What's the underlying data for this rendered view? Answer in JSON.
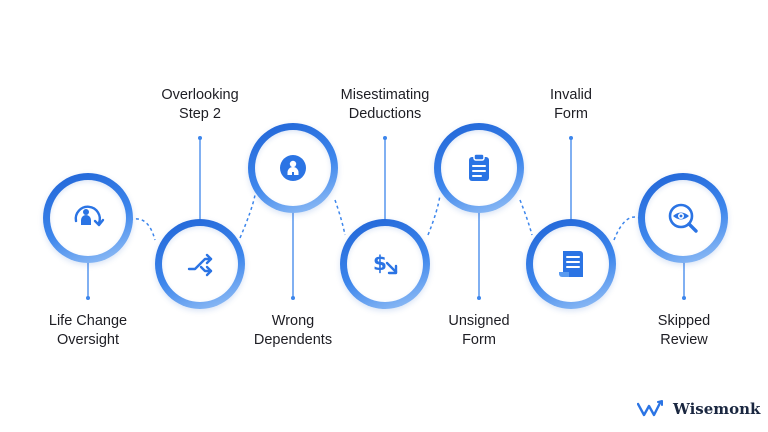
{
  "steps": [
    {
      "label_lines": [
        "Life Change",
        "Oversight"
      ],
      "icon": "person-refresh-icon"
    },
    {
      "label_lines": [
        "Overlooking",
        "Step 2"
      ],
      "icon": "shuffle-arrows-icon"
    },
    {
      "label_lines": [
        "Wrong",
        "Dependents"
      ],
      "icon": "person-badge-icon"
    },
    {
      "label_lines": [
        "Misestimating",
        "Deductions"
      ],
      "icon": "dollar-arrow-down-icon"
    },
    {
      "label_lines": [
        "Unsigned",
        "Form"
      ],
      "icon": "clipboard-icon"
    },
    {
      "label_lines": [
        "Invalid",
        "Form"
      ],
      "icon": "document-scroll-icon"
    },
    {
      "label_lines": [
        "Skipped",
        "Review"
      ],
      "icon": "eye-magnifier-icon"
    }
  ],
  "brand": {
    "name": "Wisemonk",
    "logo_icon": "wisemonk-wave-logo-icon"
  },
  "colors": {
    "accent": "#2b74e4",
    "accent_light": "#9cc4f6",
    "text": "#1e1e24",
    "brand_text": "#1a2740"
  }
}
